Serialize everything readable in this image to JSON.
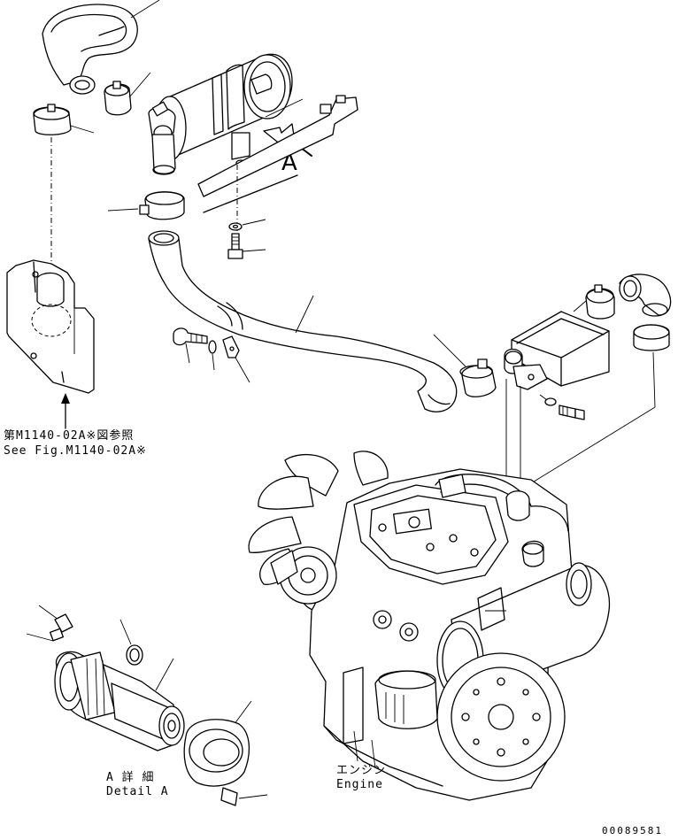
{
  "callouts": {
    "view_marker": "A",
    "fig_ref_jp": "第M1140-02A※図参照",
    "fig_ref_en": "See Fig.M1140-02A※",
    "detail_jp": "A 詳 細",
    "detail_en": "Detail A",
    "engine_jp": "エンジン",
    "engine_en": "Engine",
    "drawing_number": "00089581"
  }
}
